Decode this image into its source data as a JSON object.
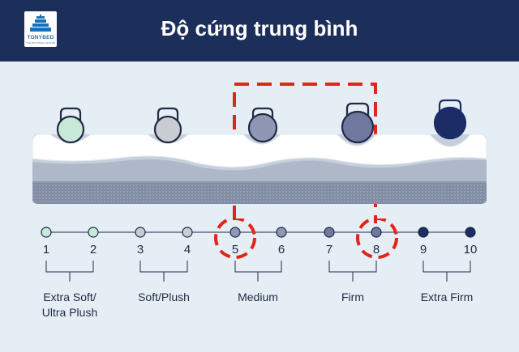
{
  "header": {
    "title": "Độ cứng trung bình",
    "logo": {
      "brand": "TONYBED",
      "tagline": "THE MATTRESS CENTER",
      "icon": "tonybed-logo-icon"
    }
  },
  "colors": {
    "header_bg": "#1c2e5a",
    "background": "#e6eef5",
    "highlight": "#e0251b",
    "levels": [
      "#c8e8d8",
      "#c8e8d8",
      "#c9ccd3",
      "#c9ccd3",
      "#9097b4",
      "#9097b4",
      "#7078a0",
      "#7078a0",
      "#1c2c66",
      "#1c2c66"
    ]
  },
  "scale": {
    "numbers": [
      "1",
      "2",
      "3",
      "4",
      "5",
      "6",
      "7",
      "8",
      "9",
      "10"
    ],
    "categories": [
      "Extra Soft/\nUltra Plush",
      "Soft/Plush",
      "Medium",
      "Firm",
      "Extra Firm"
    ],
    "highlighted_levels": [
      "5",
      "8"
    ]
  },
  "illustration": {
    "weights": [
      "kettlebell-icon",
      "kettlebell-icon",
      "kettlebell-icon",
      "kettlebell-icon",
      "kettlebell-icon"
    ],
    "mattress": "mattress-cross-section"
  }
}
